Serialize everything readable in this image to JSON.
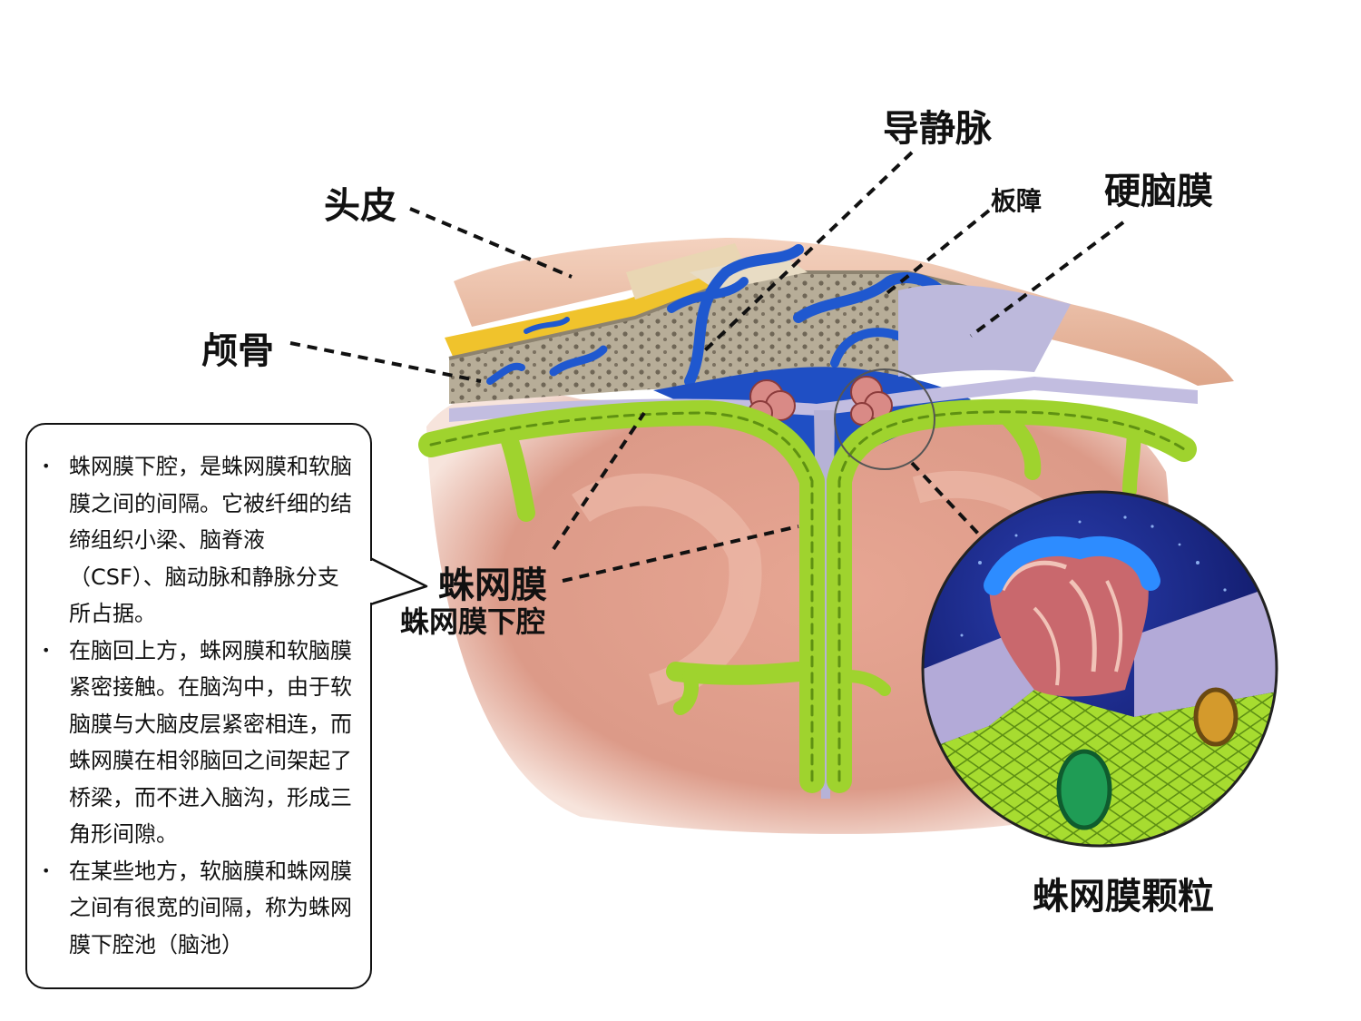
{
  "labels": {
    "scalp": "头皮",
    "skull": "颅骨",
    "emissary_vein": "导静脉",
    "diploe": "板障",
    "dura_mater": "硬脑膜",
    "arachnoid": "蛛网膜",
    "subarachnoid_space": "蛛网膜下腔",
    "arachnoid_granulation": "蛛网膜颗粒"
  },
  "note": {
    "items": [
      "蛛网膜下腔，是蛛网膜和软脑膜之间的间隔。它被纤细的结缔组织小梁、脑脊液（CSF）、脑动脉和静脉分支所占据。",
      "在脑回上方，蛛网膜和软脑膜紧密接触。在脑沟中，由于软脑膜与大脑皮层紧密相连，而蛛网膜在相邻脑回之间架起了桥梁，而不进入脑沟，形成三角形间隙。",
      "在某些地方，软脑膜和蛛网膜之间有很宽的间隔，称为蛛网膜下腔池（脑池）"
    ]
  },
  "colors": {
    "scalp": "#e8b49a",
    "fat_layer": "#f2c531",
    "bone": "#b5ab97",
    "vein": "#1c54c9",
    "dura": "#b8b4d8",
    "arachnoid": "#9ad62a",
    "brain": "#d99383",
    "granulation": "#d98a86"
  }
}
